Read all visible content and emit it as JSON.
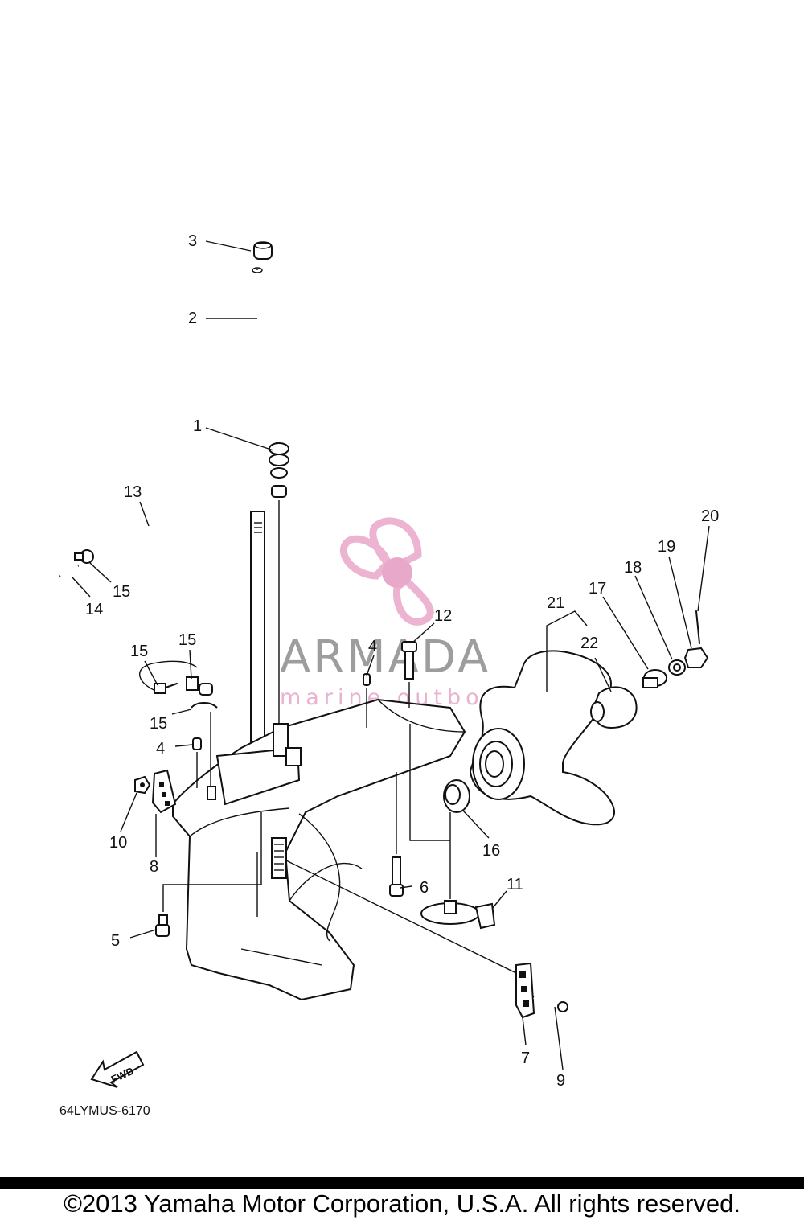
{
  "diagram": {
    "code": "64LYMUS-6170",
    "fwd_label": "FWD",
    "callouts": [
      "1",
      "2",
      "3",
      "4",
      "4",
      "5",
      "6",
      "7",
      "8",
      "9",
      "10",
      "11",
      "12",
      "13",
      "14",
      "15",
      "15",
      "15",
      "15",
      "16",
      "17",
      "18",
      "19",
      "20",
      "21",
      "22"
    ]
  },
  "watermark": {
    "brand": "ARMADA",
    "tagline": "marine outboards",
    "colors": {
      "logo": "#e9a8c9",
      "logo_center": "#e49ac0",
      "text": "#8c8c8c"
    }
  },
  "footer": {
    "copyright": "©2013 Yamaha Motor Corporation, U.S.A. All rights reserved."
  }
}
